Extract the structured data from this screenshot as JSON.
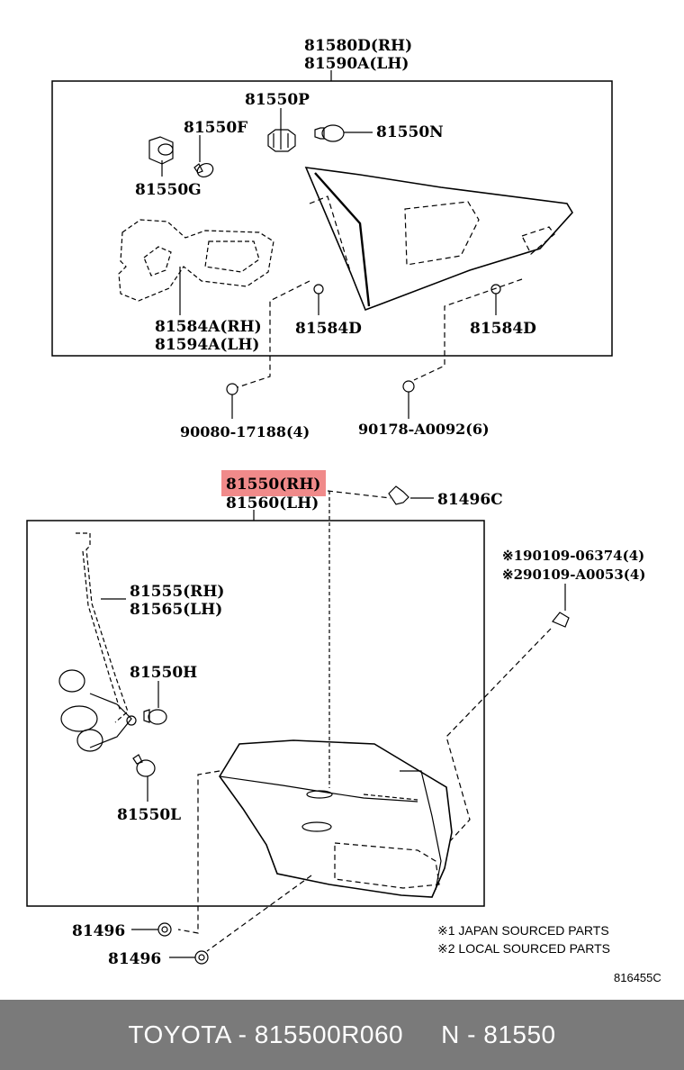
{
  "upper_group": {
    "assembly_label_rh": "81580D(RH)",
    "assembly_label_lh": "81590A(LH)",
    "parts": {
      "p81550P": "81550P",
      "p81550F": "81550F",
      "p81550N": "81550N",
      "p81550G": "81550G",
      "gasket_rh": "81584A(RH)",
      "gasket_lh": "81594A(LH)",
      "clip_left": "81584D",
      "clip_right": "81584D",
      "nut_left": "90080-17188(4)",
      "nut_right": "90178-A0092(6)"
    }
  },
  "lower_group": {
    "highlight_color": "#f08a8a",
    "assembly_label_rh": "81550(RH)",
    "assembly_label_lh": "81560(LH)",
    "parts": {
      "p81496C": "81496C",
      "bolt_note_1": "※190109-06374(4)",
      "bolt_note_2": "※290109-A0053(4)",
      "socket_rh": "81555(RH)",
      "socket_lh": "81565(LH)",
      "p81550H": "81550H",
      "p81550L": "81550L",
      "p81496_upper": "81496",
      "p81496_lower": "81496"
    },
    "notes": [
      "※1 JAPAN SOURCED PARTS",
      "※2 LOCAL SOURCED PARTS"
    ],
    "diagram_code": "816455C"
  },
  "footer": {
    "brand_part": "TOYOTA - 815500R060",
    "ref": "N - 81550"
  }
}
